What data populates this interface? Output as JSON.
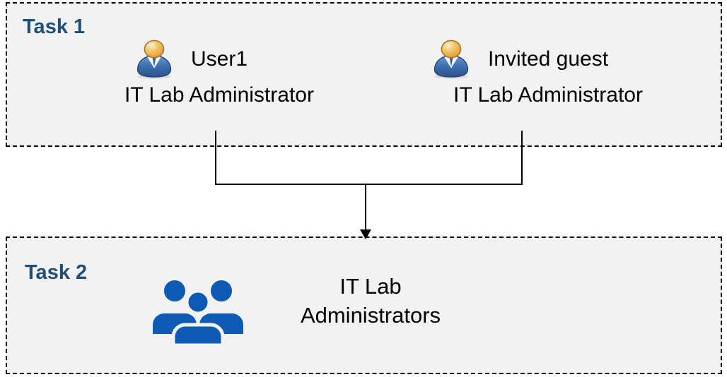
{
  "task1": {
    "label": "Task 1",
    "users": [
      {
        "name": "User1",
        "role": "IT Lab Administrator"
      },
      {
        "name": "Invited guest",
        "role": "IT Lab Administrator"
      }
    ]
  },
  "task2": {
    "label": "Task 2",
    "group_name": "IT Lab Administrators"
  },
  "icons": {
    "user": "single-user-icon",
    "group": "people-group-icon",
    "arrow": "merge-down-arrow"
  },
  "colors": {
    "task_label": "#1F4E79",
    "box_background": "#F2F2F2",
    "box_border": "#000000",
    "connector": "#000000",
    "group_icon": "#0C5AB4"
  }
}
